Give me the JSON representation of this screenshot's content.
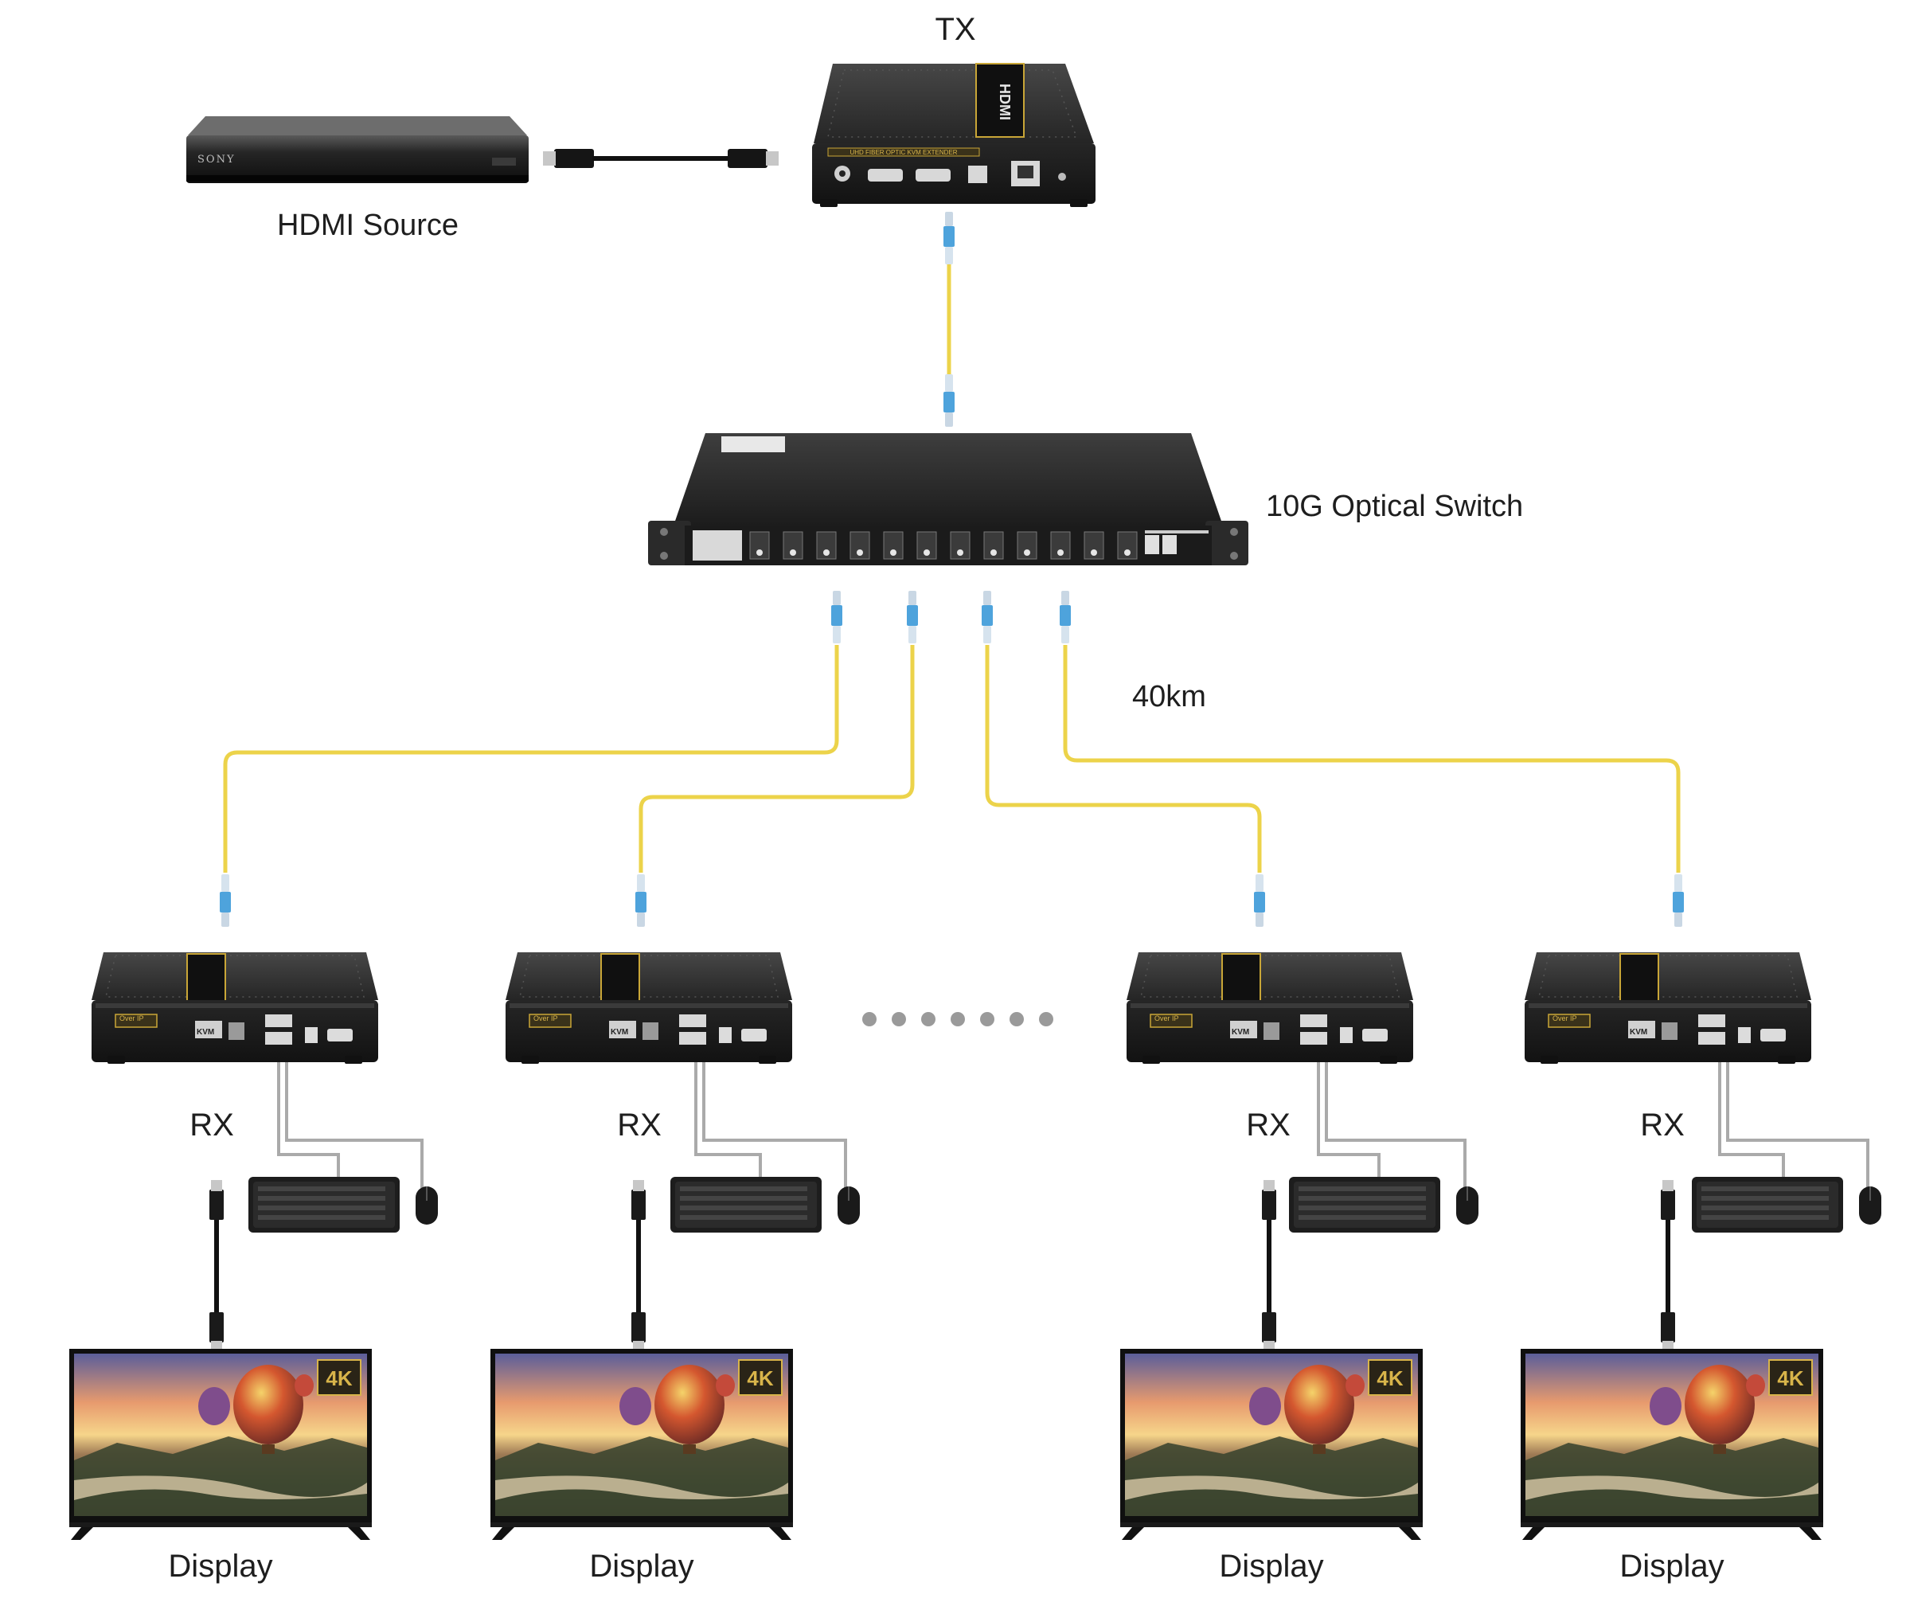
{
  "labels": {
    "tx": "TX",
    "source": "HDMI Source",
    "switch": "10G Optical Switch",
    "distance": "40km",
    "rx": "RX",
    "display": "Display",
    "source_brand": "SONY",
    "badge_4k": "4K",
    "hdmi_logo": "HDMI",
    "extender_text": "UHD FIBER OPTIC KVM EXTENDER",
    "over_ip": "Over IP",
    "kvm": "KVM"
  },
  "receivers": [
    {
      "rx": "RX",
      "display": "Display"
    },
    {
      "rx": "RX",
      "display": "Display"
    },
    {
      "rx": "RX",
      "display": "Display"
    },
    {
      "rx": "RX",
      "display": "Display"
    }
  ],
  "colors": {
    "fiber": "#ecd34a",
    "connector": "#4ea3dc",
    "device": "#2c2c2c",
    "text": "#1e1e1e"
  }
}
